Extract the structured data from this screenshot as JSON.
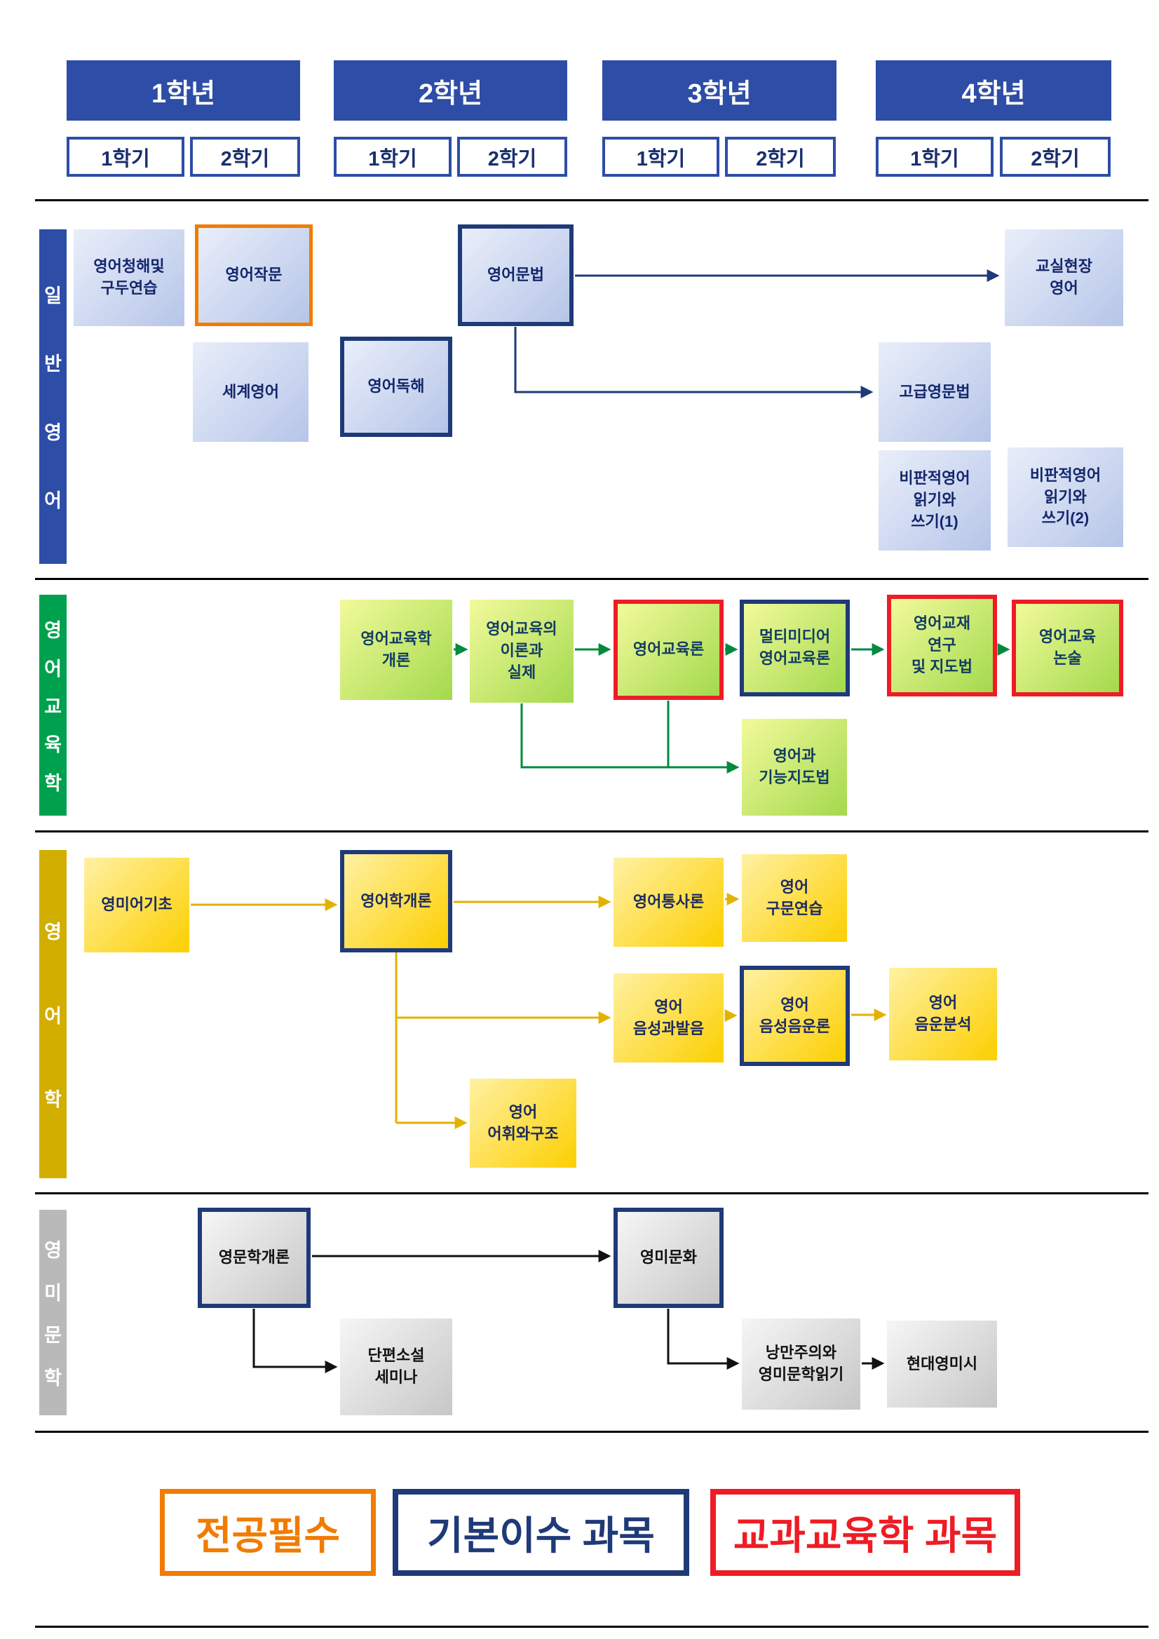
{
  "header": {
    "years": [
      {
        "label": "1학년",
        "sem1": "1학기",
        "sem2": "2학기"
      },
      {
        "label": "2학년",
        "sem1": "1학기",
        "sem2": "2학기"
      },
      {
        "label": "3학년",
        "sem1": "1학기",
        "sem2": "2학기"
      },
      {
        "label": "4학년",
        "sem1": "1학기",
        "sem2": "2학기"
      }
    ]
  },
  "sections": {
    "general": {
      "label": "일반영어",
      "color": "#2d4da6",
      "courses": {
        "listening": "영어청해및\n구두연습",
        "writing": "영어작문",
        "world": "세계영어",
        "reading": "영어독해",
        "grammar": "영어문법",
        "classroom": "교실현장\n영어",
        "advanced_grammar": "고급영문법",
        "critical1": "비판적영어\n읽기와\n쓰기(1)",
        "critical2": "비판적영어\n읽기와\n쓰기(2)"
      }
    },
    "education": {
      "label": "영어교육학",
      "color": "#00a14e",
      "courses": {
        "intro": "영어교육학\n개론",
        "theory": "영어교육의\n이론과\n실제",
        "methodology": "영어교육론",
        "multimedia": "멀티미디어\n영어교육론",
        "materials": "영어교재\n연구\n및 지도법",
        "essay": "영어교육\n논술",
        "skills": "영어과\n기능지도법"
      }
    },
    "linguistics": {
      "label": "영어학",
      "color": "#d2ae00",
      "courses": {
        "basics": "영미어기초",
        "intro": "영어학개론",
        "syntax": "영어통사론",
        "syntax_practice": "영어\n구문연습",
        "phonetics": "영어\n음성과발음",
        "phonology": "영어\n음성음운론",
        "phonological_analysis": "영어\n음운분석",
        "lexicon": "영어\n어휘와구조"
      }
    },
    "literature": {
      "label": "영미문학",
      "color": "#b9b9b9",
      "courses": {
        "intro": "영문학개론",
        "culture": "영미문화",
        "short_story": "단편소설\n세미나",
        "romanticism": "낭만주의와\n영미문학읽기",
        "modern_poetry": "현대영미시"
      }
    }
  },
  "legend": {
    "required": {
      "label": "전공필수",
      "color": "#f07c00"
    },
    "basic": {
      "label": "기본이수  과목",
      "color": "#1f3a78"
    },
    "pedagogy": {
      "label": "교과교육학  과목",
      "color": "#ee1c25"
    }
  }
}
